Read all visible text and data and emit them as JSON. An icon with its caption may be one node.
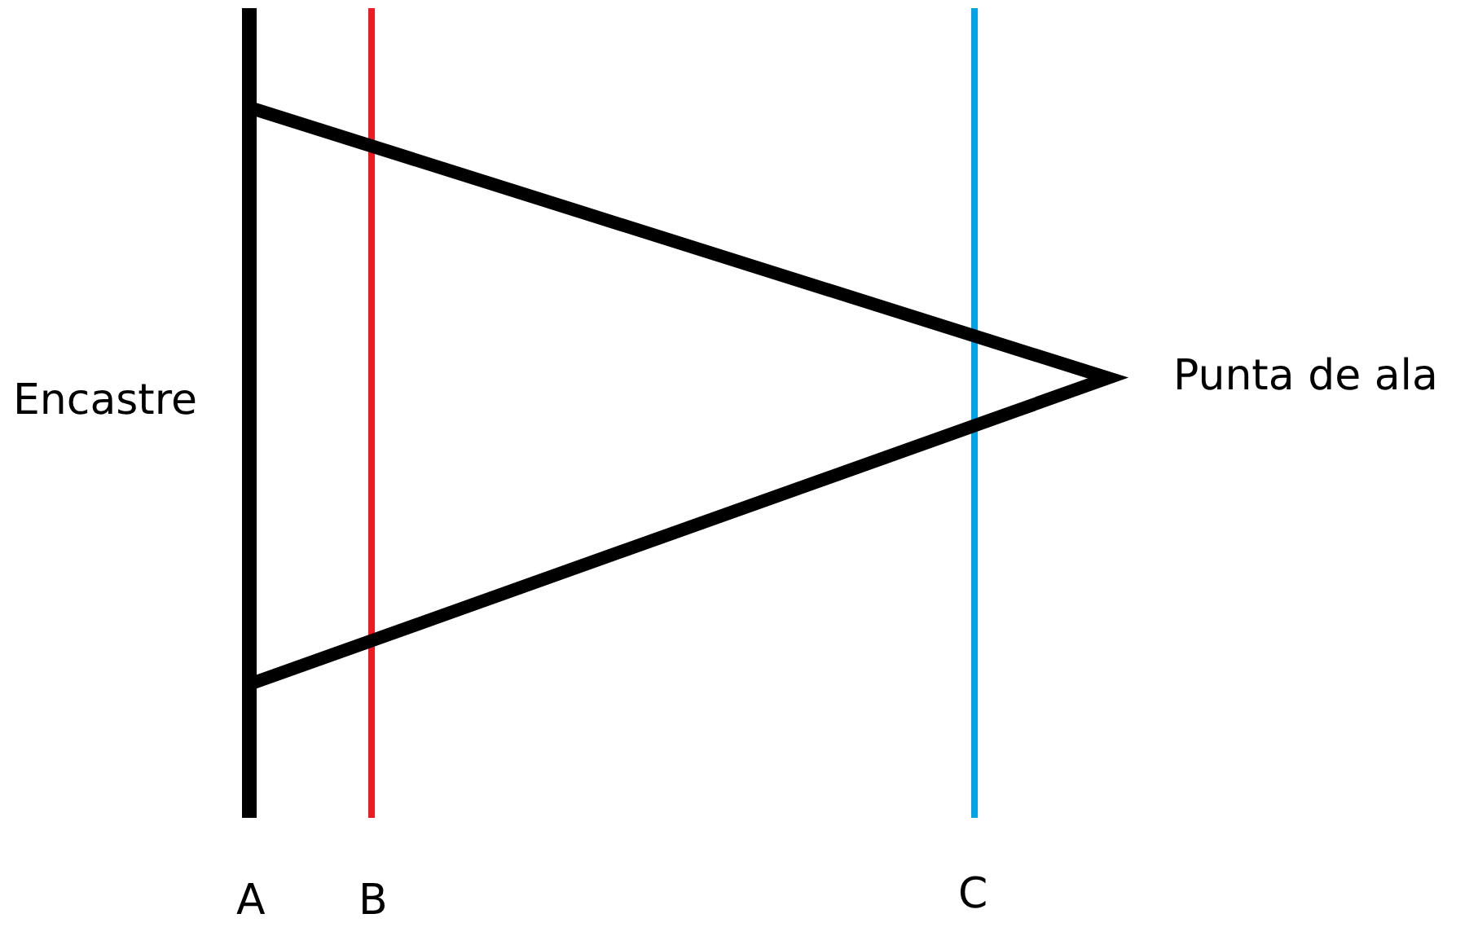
{
  "diagram": {
    "labels": [
      "Encastre",
      "Punta de ala",
      "A",
      "B",
      "C"
    ]
  }
}
